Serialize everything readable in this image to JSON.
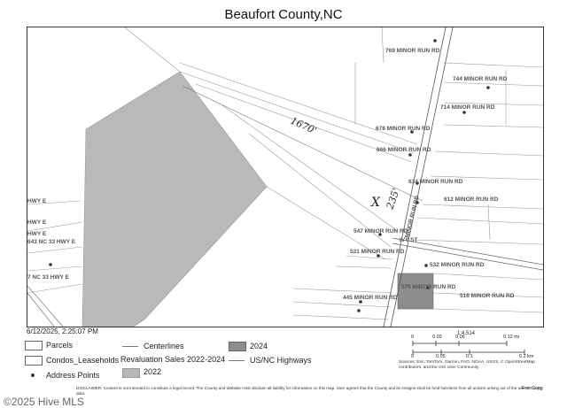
{
  "header": {
    "title": "Beaufort County,NC"
  },
  "map": {
    "labels": {
      "l1": "769 MINOR RUN RD",
      "l2": "744 MINOR RUN RD",
      "l3": "714 MINOR RUN RD",
      "l4": "678 MINOR RUN RD",
      "l5": "666 MINOR RUN RD",
      "l6": "634 MINOR RUN RD",
      "l7": "612 MINOR RUN RD",
      "l8": "547 MINOR RUN RD",
      "l9": "521 MINOR RUN RD",
      "l10": "532 MINOR RUN RD",
      "l11": "516 MINOR RUN RD",
      "l12": "445 MINOR RUN RD",
      "l13": "570 MINOR RUN RD",
      "road": "MINOR RUN RD",
      "ivy": "IVY ST",
      "hwy1": "HWY E",
      "hwy2": "HWY E",
      "hwy3": "HWY E",
      "hwy4": "643 NC 33 HWY E",
      "hwy5": "7 NC 33 HWY E"
    },
    "annotations": {
      "distance": "1670'",
      "short": "235'",
      "mark": "X"
    },
    "colors": {
      "rev2022": "#b8b8b8",
      "rev2024": "#8a8a8a"
    }
  },
  "meta": {
    "timestamp": "6/12/2025, 2:25:07 PM"
  },
  "legend": {
    "parcels": "Parcels",
    "condos": "Condos_Leaseholds",
    "address": "Address Points",
    "centerlines": "Centerlines",
    "reval": "Revaluation Sales 2022-2024",
    "y2022": "2022",
    "y2024": "2024",
    "highways": "US/NC Highways"
  },
  "scale": {
    "ratio": "1:4,514",
    "top_ticks": [
      "0",
      "0.03",
      "0.06",
      "0.12 mi"
    ],
    "bottom_ticks": [
      "0",
      "0.05",
      "0.1",
      "0.2 km"
    ]
  },
  "sources": "Sources: Esri, TomTom, Garmin, FAO, NOAA, USGS, © OpenStreetMap contributors, and the GIS User Community",
  "disclaimer": "DISCLAIMER: Content is not intended to constitute a legal record. The County and Website Host disclaim all liability for information on this map. User agrees that the County and its Assigns shall be held harmless from all actions arising out of the use of County data.",
  "free_copy": "Free Copy",
  "watermark": "©2025 Hive MLS"
}
